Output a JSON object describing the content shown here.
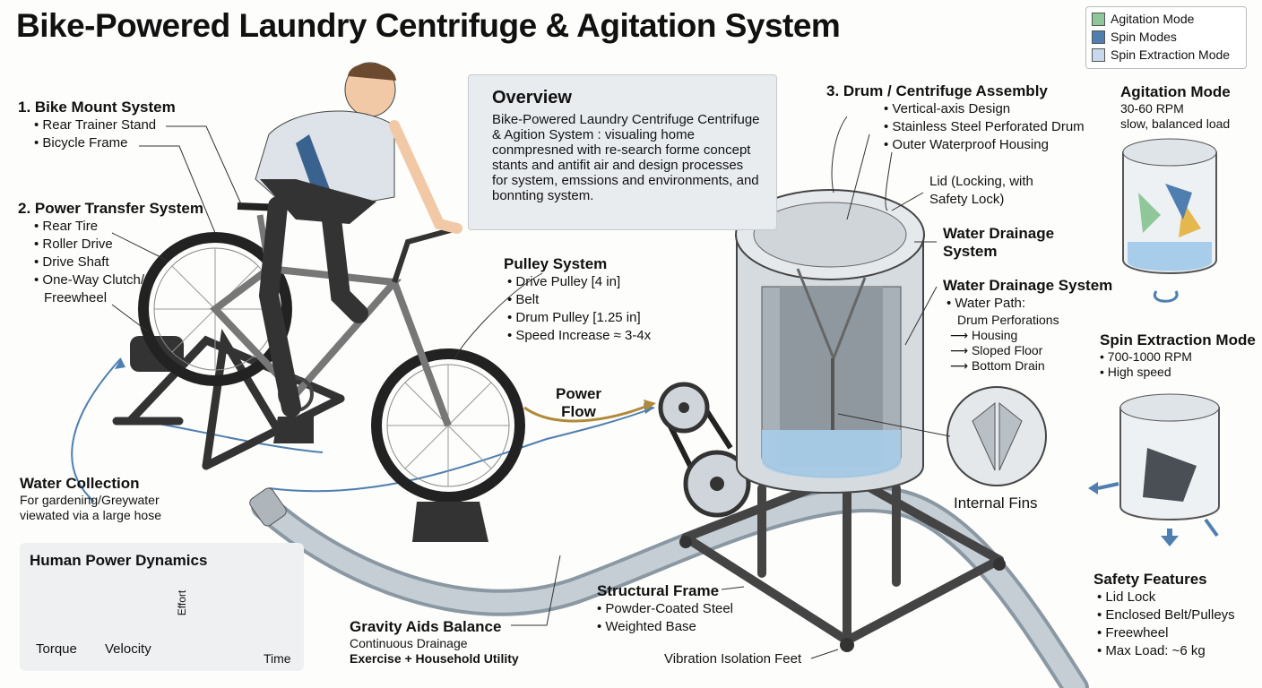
{
  "title": "Bike-Powered Laundry Centrifuge & Agitation System",
  "legend": [
    {
      "label": "Agitation Mode",
      "color": "#8fc79a"
    },
    {
      "label": "Spin Modes",
      "color": "#4f7fb0"
    },
    {
      "label": "Spin Extraction Mode",
      "color": "#c7d9ea"
    }
  ],
  "bike_mount": {
    "heading": "1. Bike Mount System",
    "items": [
      "• Rear Trainer Stand",
      "• Bicycle Frame"
    ]
  },
  "power_transfer": {
    "heading": "2. Power Transfer System",
    "items": [
      "• Rear Tire",
      "• Roller Drive",
      "• Drive Shaft",
      "• One-Way Clutch/",
      "Freewheel"
    ]
  },
  "overview": {
    "heading": "Overview",
    "body": "Bike-Powered Laundry Centrifuge Centrifuge & Agition System : visualing home conmpresned with re-search forme concept stants and antifit air and design processes for system, emssions and environments, and bonnting system."
  },
  "pulley": {
    "heading": "Pulley System",
    "items": [
      "• Drive Pulley [4 in]",
      "• Belt",
      "• Drum Pulley [1.25 in]",
      "• Speed Increase ≈ 3-4x"
    ]
  },
  "power_flow": {
    "line1": "Power",
    "line2": "Flow"
  },
  "drum": {
    "heading": "3. Drum / Centrifuge Assembly",
    "items": [
      "• Vertical-axis Design",
      "• Stainless Steel Perforated Drum",
      "• Outer Waterproof Housing"
    ]
  },
  "lid": {
    "line1": "Lid (Locking, with",
    "line2": "Safety Lock)"
  },
  "drainage_a": {
    "line1": "Water Drainage",
    "line2": "System"
  },
  "drainage_b": {
    "heading": "Water Drainage System",
    "path_label": "• Water Path:",
    "steps": [
      "Drum Perforations",
      "⟶ Housing",
      "⟶ Sloped Floor",
      "⟶ Bottom Drain"
    ]
  },
  "internal_fins": "Internal Fins",
  "water_collection": {
    "heading": "Water Collection",
    "line1": "For gardening/Greywater",
    "line2": "viewated via a large hose"
  },
  "human_power": {
    "heading": "Human Power Dynamics",
    "torque": "Torque",
    "velocity": "Velocity",
    "effort": "Effort",
    "time": "Time"
  },
  "gravity": {
    "heading": "Gravity Aids Balance",
    "line1": "Continuous Drainage",
    "line2": "Exercise + Household Utility"
  },
  "frame": {
    "heading": "Structural Frame",
    "items": [
      "• Powder-Coated Steel",
      "• Weighted Base"
    ]
  },
  "vibration": "Vibration Isolation Feet",
  "agitation_mode": {
    "heading": "Agitation Mode",
    "line1": "30-60 RPM",
    "line2": "slow, balanced load"
  },
  "spin_mode": {
    "heading": "Spin Extraction Mode",
    "items": [
      "• 700-1000 RPM",
      "• High speed"
    ]
  },
  "safety": {
    "heading": "Safety Features",
    "items": [
      "• Lid Lock",
      "• Enclosed Belt/Pulleys",
      "• Freewheel",
      "• Max Load: ~6 kg"
    ]
  }
}
